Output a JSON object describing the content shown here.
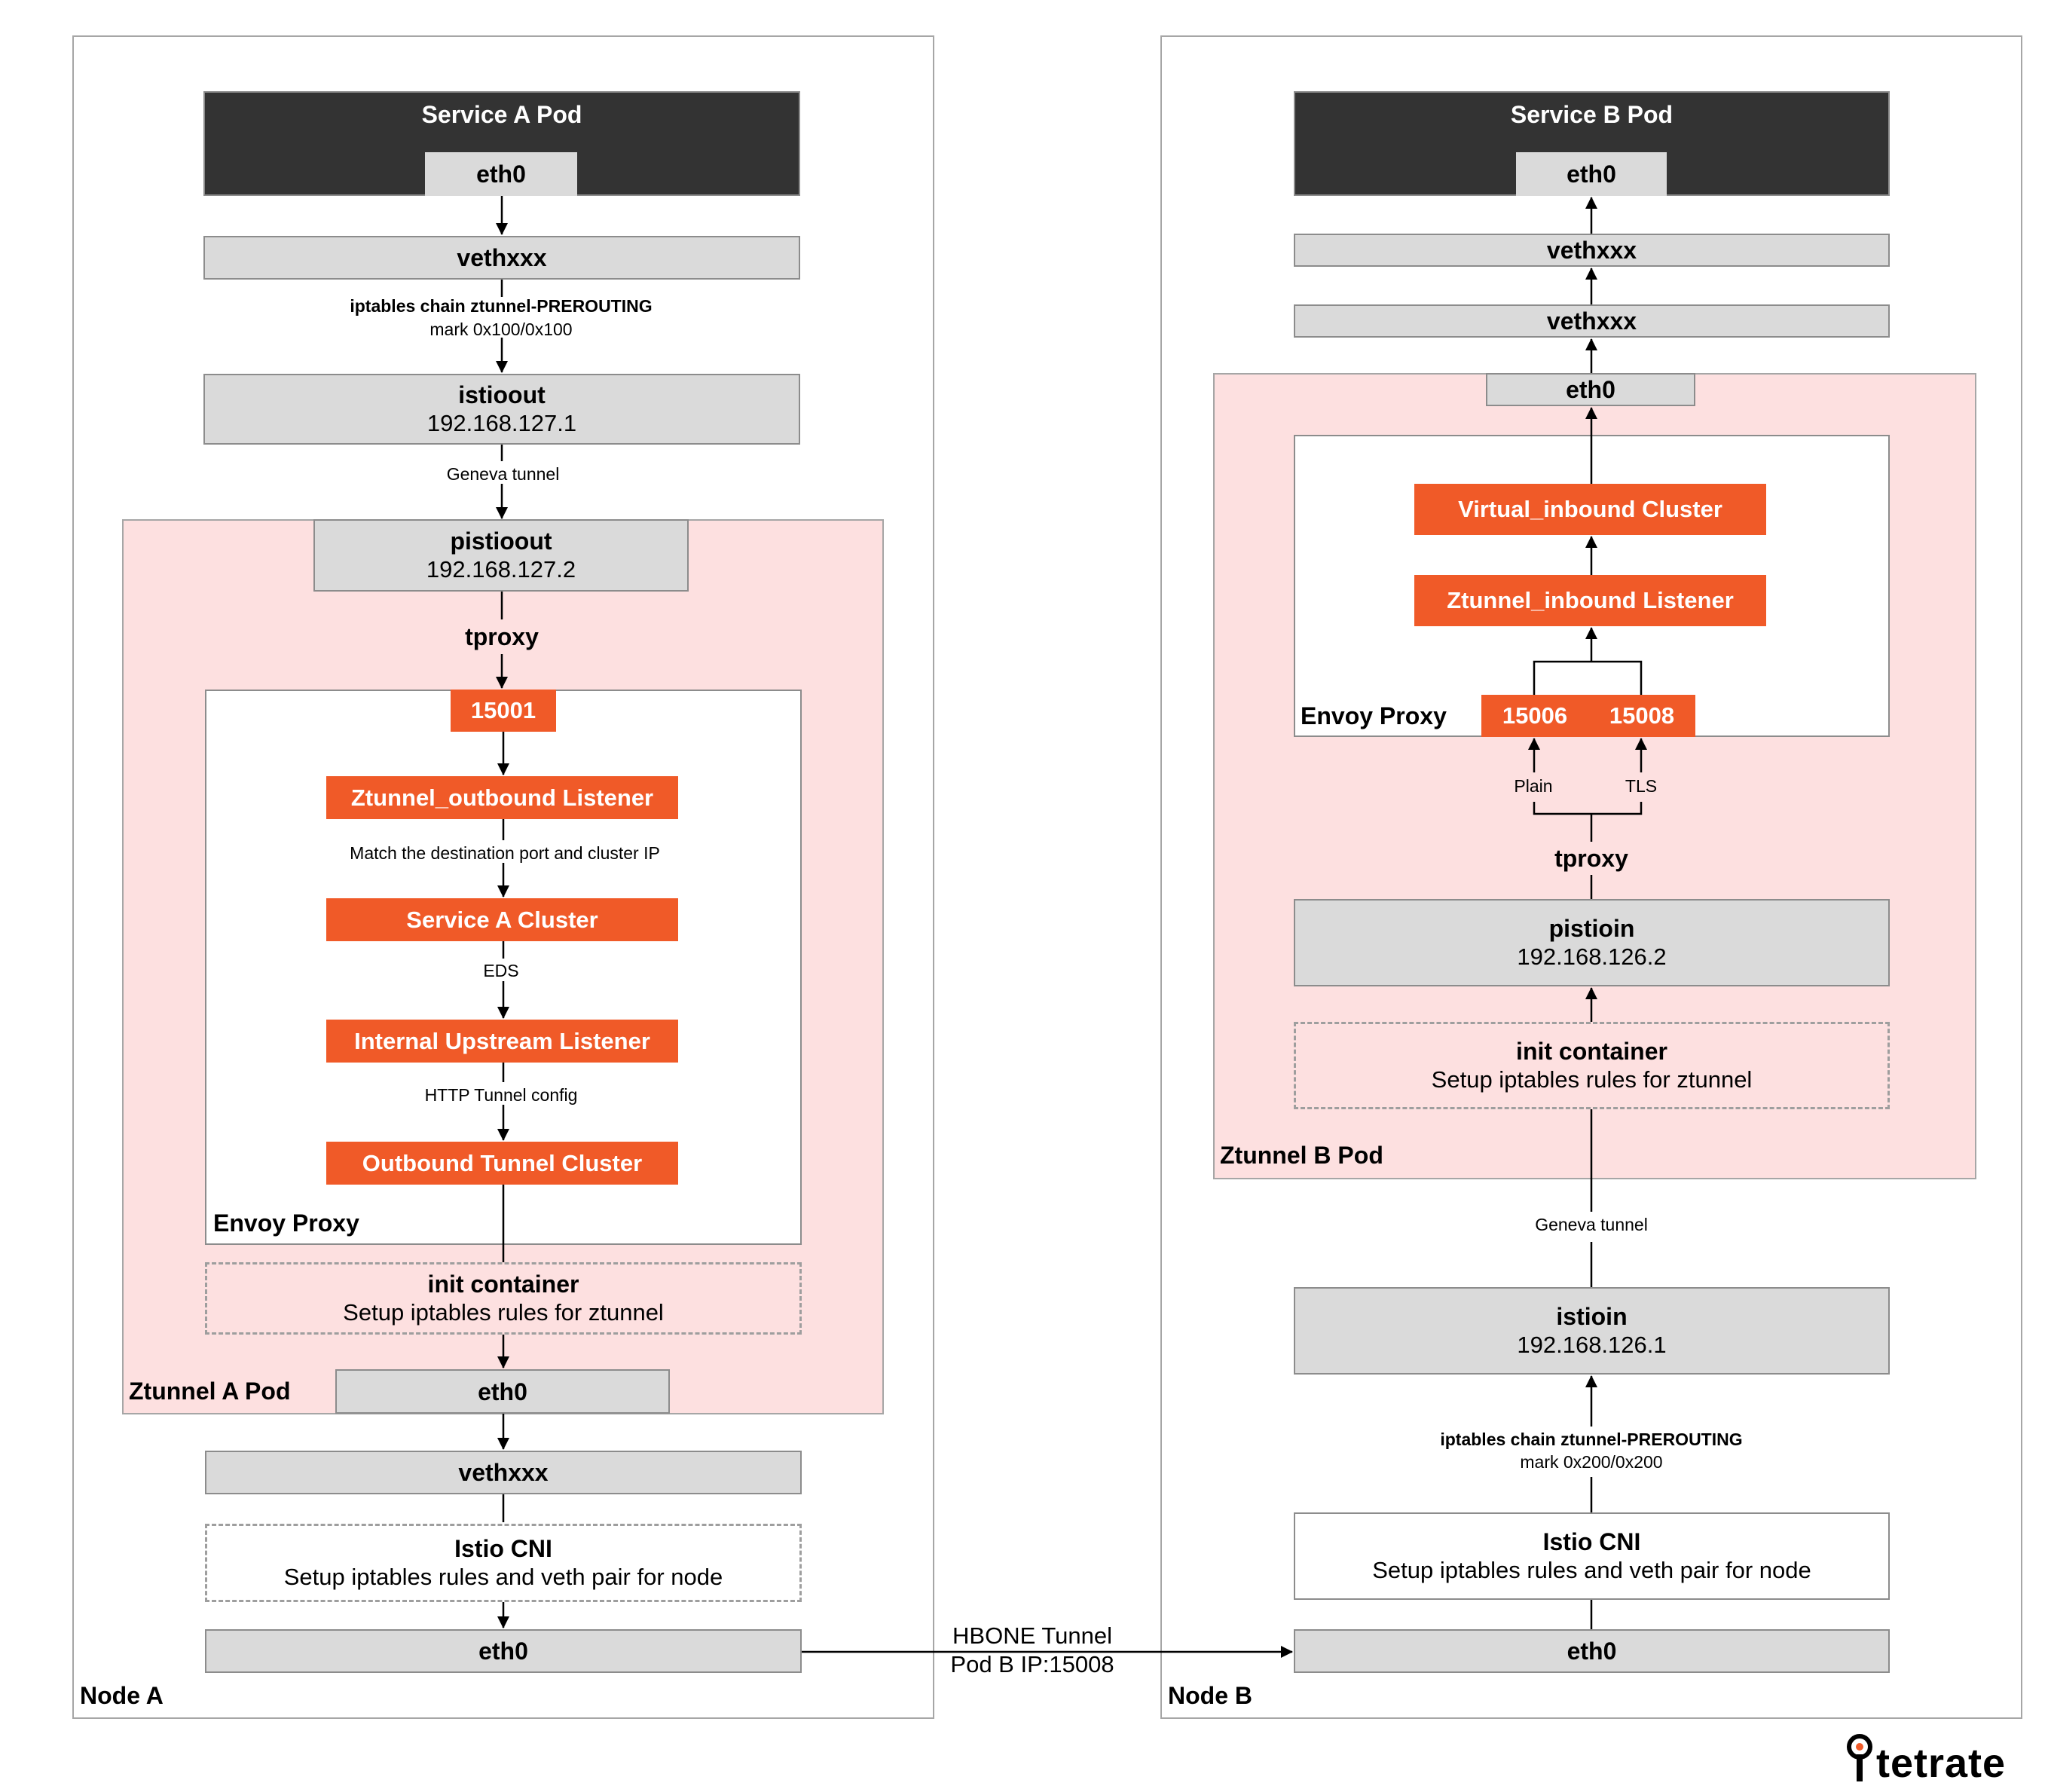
{
  "node_a": {
    "label": "Node A",
    "service_pod": {
      "title": "Service A Pod",
      "eth": "eth0"
    },
    "veth_top": "vethxxx",
    "iptables": {
      "chain": "iptables chain ztunnel-PREROUTING",
      "mark": "mark 0x100/0x100"
    },
    "istioout": {
      "name": "istioout",
      "ip": "192.168.127.1"
    },
    "geneva": "Geneva tunnel",
    "ztunnel_pod": {
      "label": "Ztunnel A Pod",
      "pistioout": {
        "name": "pistioout",
        "ip": "192.168.127.2"
      },
      "tproxy": "tproxy",
      "envoy_label": "Envoy Proxy",
      "port": "15001",
      "outbound_listener": "Ztunnel_outbound Listener",
      "match_note": "Match the destination port and cluster IP",
      "service_cluster": "Service A Cluster",
      "eds": "EDS",
      "internal_listener": "Internal Upstream Listener",
      "http_tunnel": "HTTP Tunnel config",
      "outbound_tunnel": "Outbound Tunnel Cluster",
      "init": {
        "title": "init container",
        "desc": "Setup iptables rules for ztunnel"
      },
      "eth": "eth0"
    },
    "veth_bottom": "vethxxx",
    "cni": {
      "title": "Istio CNI",
      "desc": "Setup iptables rules and veth pair for node"
    },
    "eth_bottom": "eth0"
  },
  "hbone": {
    "line1": "HBONE Tunnel",
    "line2": "Pod B IP:15008"
  },
  "node_b": {
    "label": "Node B",
    "service_pod": {
      "title": "Service B Pod",
      "eth": "eth0"
    },
    "veth1": "vethxxx",
    "veth2": "vethxxx",
    "ztunnel_pod": {
      "label": "Ztunnel B Pod",
      "eth": "eth0",
      "virtual_cluster": "Virtual_inbound Cluster",
      "inbound_listener": "Ztunnel_inbound Listener",
      "envoy_label": "Envoy Proxy",
      "port_plain": "15006",
      "port_tls": "15008",
      "plain": "Plain",
      "tls": "TLS",
      "tproxy": "tproxy",
      "pistioin": {
        "name": "pistioin",
        "ip": "192.168.126.2"
      },
      "init": {
        "title": "init container",
        "desc": "Setup iptables rules for ztunnel"
      }
    },
    "geneva": "Geneva tunnel",
    "istioin": {
      "name": "istioin",
      "ip": "192.168.126.1"
    },
    "iptables": {
      "chain": "iptables chain ztunnel-PREROUTING",
      "mark": "mark 0x200/0x200"
    },
    "cni": {
      "title": "Istio CNI",
      "desc": "Setup iptables rules and veth pair for node"
    },
    "eth_bottom": "eth0"
  },
  "brand": "tetrate"
}
